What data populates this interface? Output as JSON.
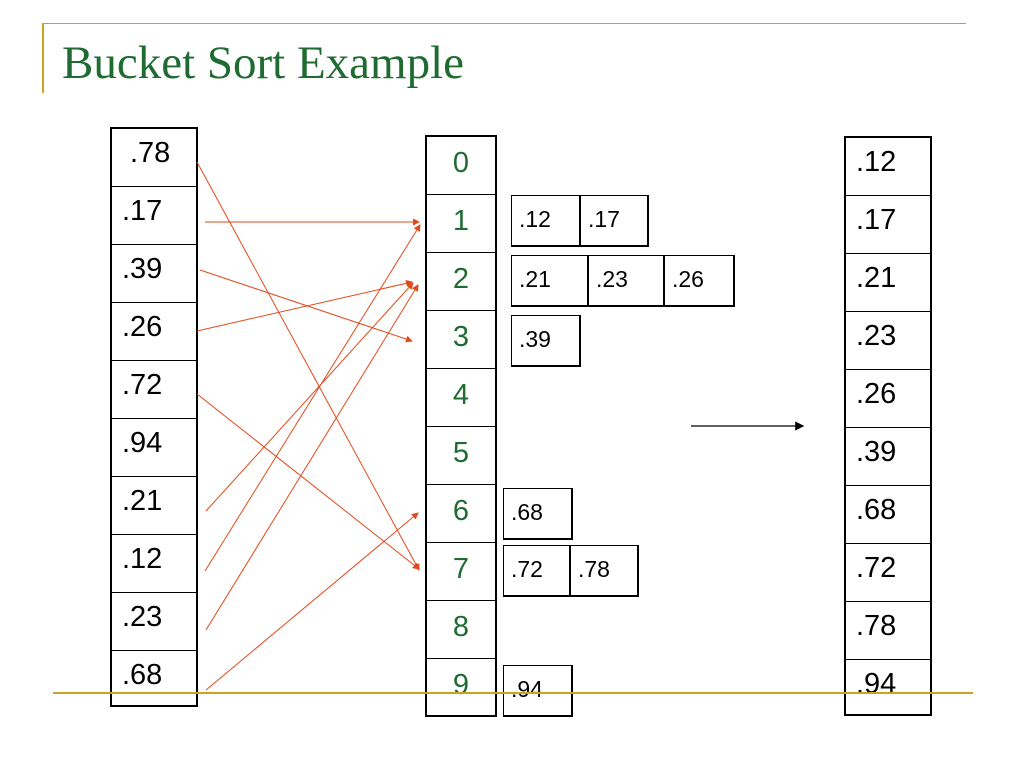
{
  "title": "Bucket Sort Example",
  "input": [
    ".78",
    ".17",
    ".39",
    ".26",
    ".72",
    ".94",
    ".21",
    ".12",
    ".23",
    ".68"
  ],
  "buckets": [
    "0",
    "1",
    "2",
    "3",
    "4",
    "5",
    "6",
    "7",
    "8",
    "9"
  ],
  "chains": [
    {
      "bucket": 1,
      "values": [
        ".12",
        ".17"
      ]
    },
    {
      "bucket": 2,
      "values": [
        ".21",
        ".23",
        ".26"
      ]
    },
    {
      "bucket": 3,
      "values": [
        ".39"
      ]
    },
    {
      "bucket": 6,
      "values": [
        ".68"
      ]
    },
    {
      "bucket": 7,
      "values": [
        ".72",
        ".78"
      ]
    },
    {
      "bucket": 9,
      "values": [
        ".94"
      ]
    }
  ],
  "output": [
    ".12",
    ".17",
    ".21",
    ".23",
    ".26",
    ".39",
    ".68",
    ".72",
    ".78",
    ".94"
  ],
  "colors": {
    "title": "#1f6b32",
    "bucket_index": "#1f6b32",
    "arrow": "#e2491a",
    "accent_rule": "#c9a227"
  }
}
